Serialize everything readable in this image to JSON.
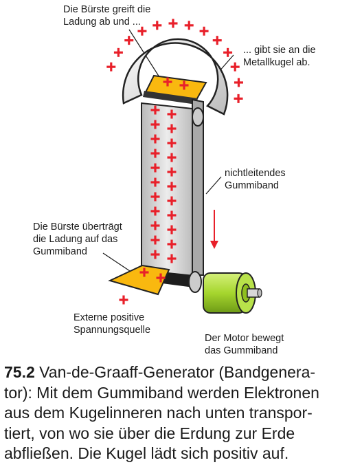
{
  "labels": {
    "brush_top": [
      "Die Bürste greift die",
      "Ladung ab und ..."
    ],
    "sphere": [
      "... gibt sie an die",
      "Metallkugel ab."
    ],
    "belt": [
      "nichtleitendes",
      "Gummiband"
    ],
    "brush_bottom": [
      "Die Bürste überträgt",
      "die Ladung auf das",
      "Gummiband"
    ],
    "source": [
      "Externe positive",
      "Spannungsquelle"
    ],
    "motor": [
      "Der Motor bewegt",
      "das Gummiband"
    ]
  },
  "caption": {
    "number": "75.2",
    "lines": [
      " Van-de-Graaff-Generator (Bandgenera-",
      "tor): Mit dem Gummiband werden Elektronen",
      "aus dem Kugelinneren nach unten transpor-",
      "tiert, von wo sie über die Erdung zur Erde",
      "abfließen. Die Kugel lädt sich positiv auf."
    ]
  },
  "colors": {
    "charge": "#e8202a",
    "brush": "#f9b80f",
    "motor": "#a6d62e",
    "belt": "#d6d6d6",
    "sphere": "#eeeeee"
  }
}
